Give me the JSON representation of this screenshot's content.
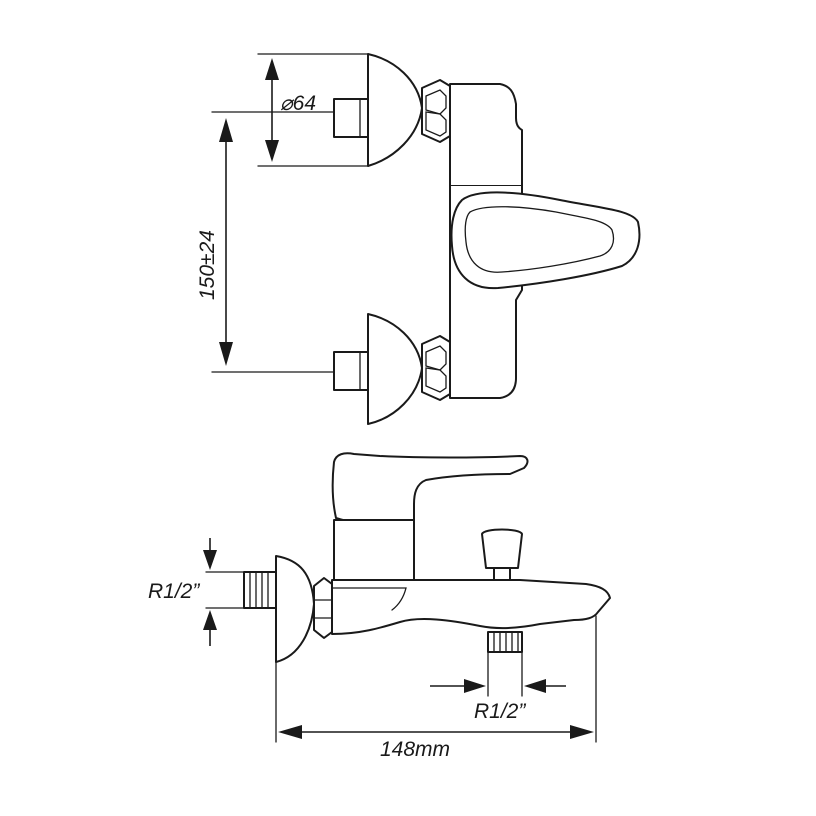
{
  "labels": {
    "diameter": "⌀64",
    "center_distance": "150±24",
    "thread_left": "R1/2”",
    "thread_bottom": "R1/2”",
    "overall_length": "148mm"
  }
}
